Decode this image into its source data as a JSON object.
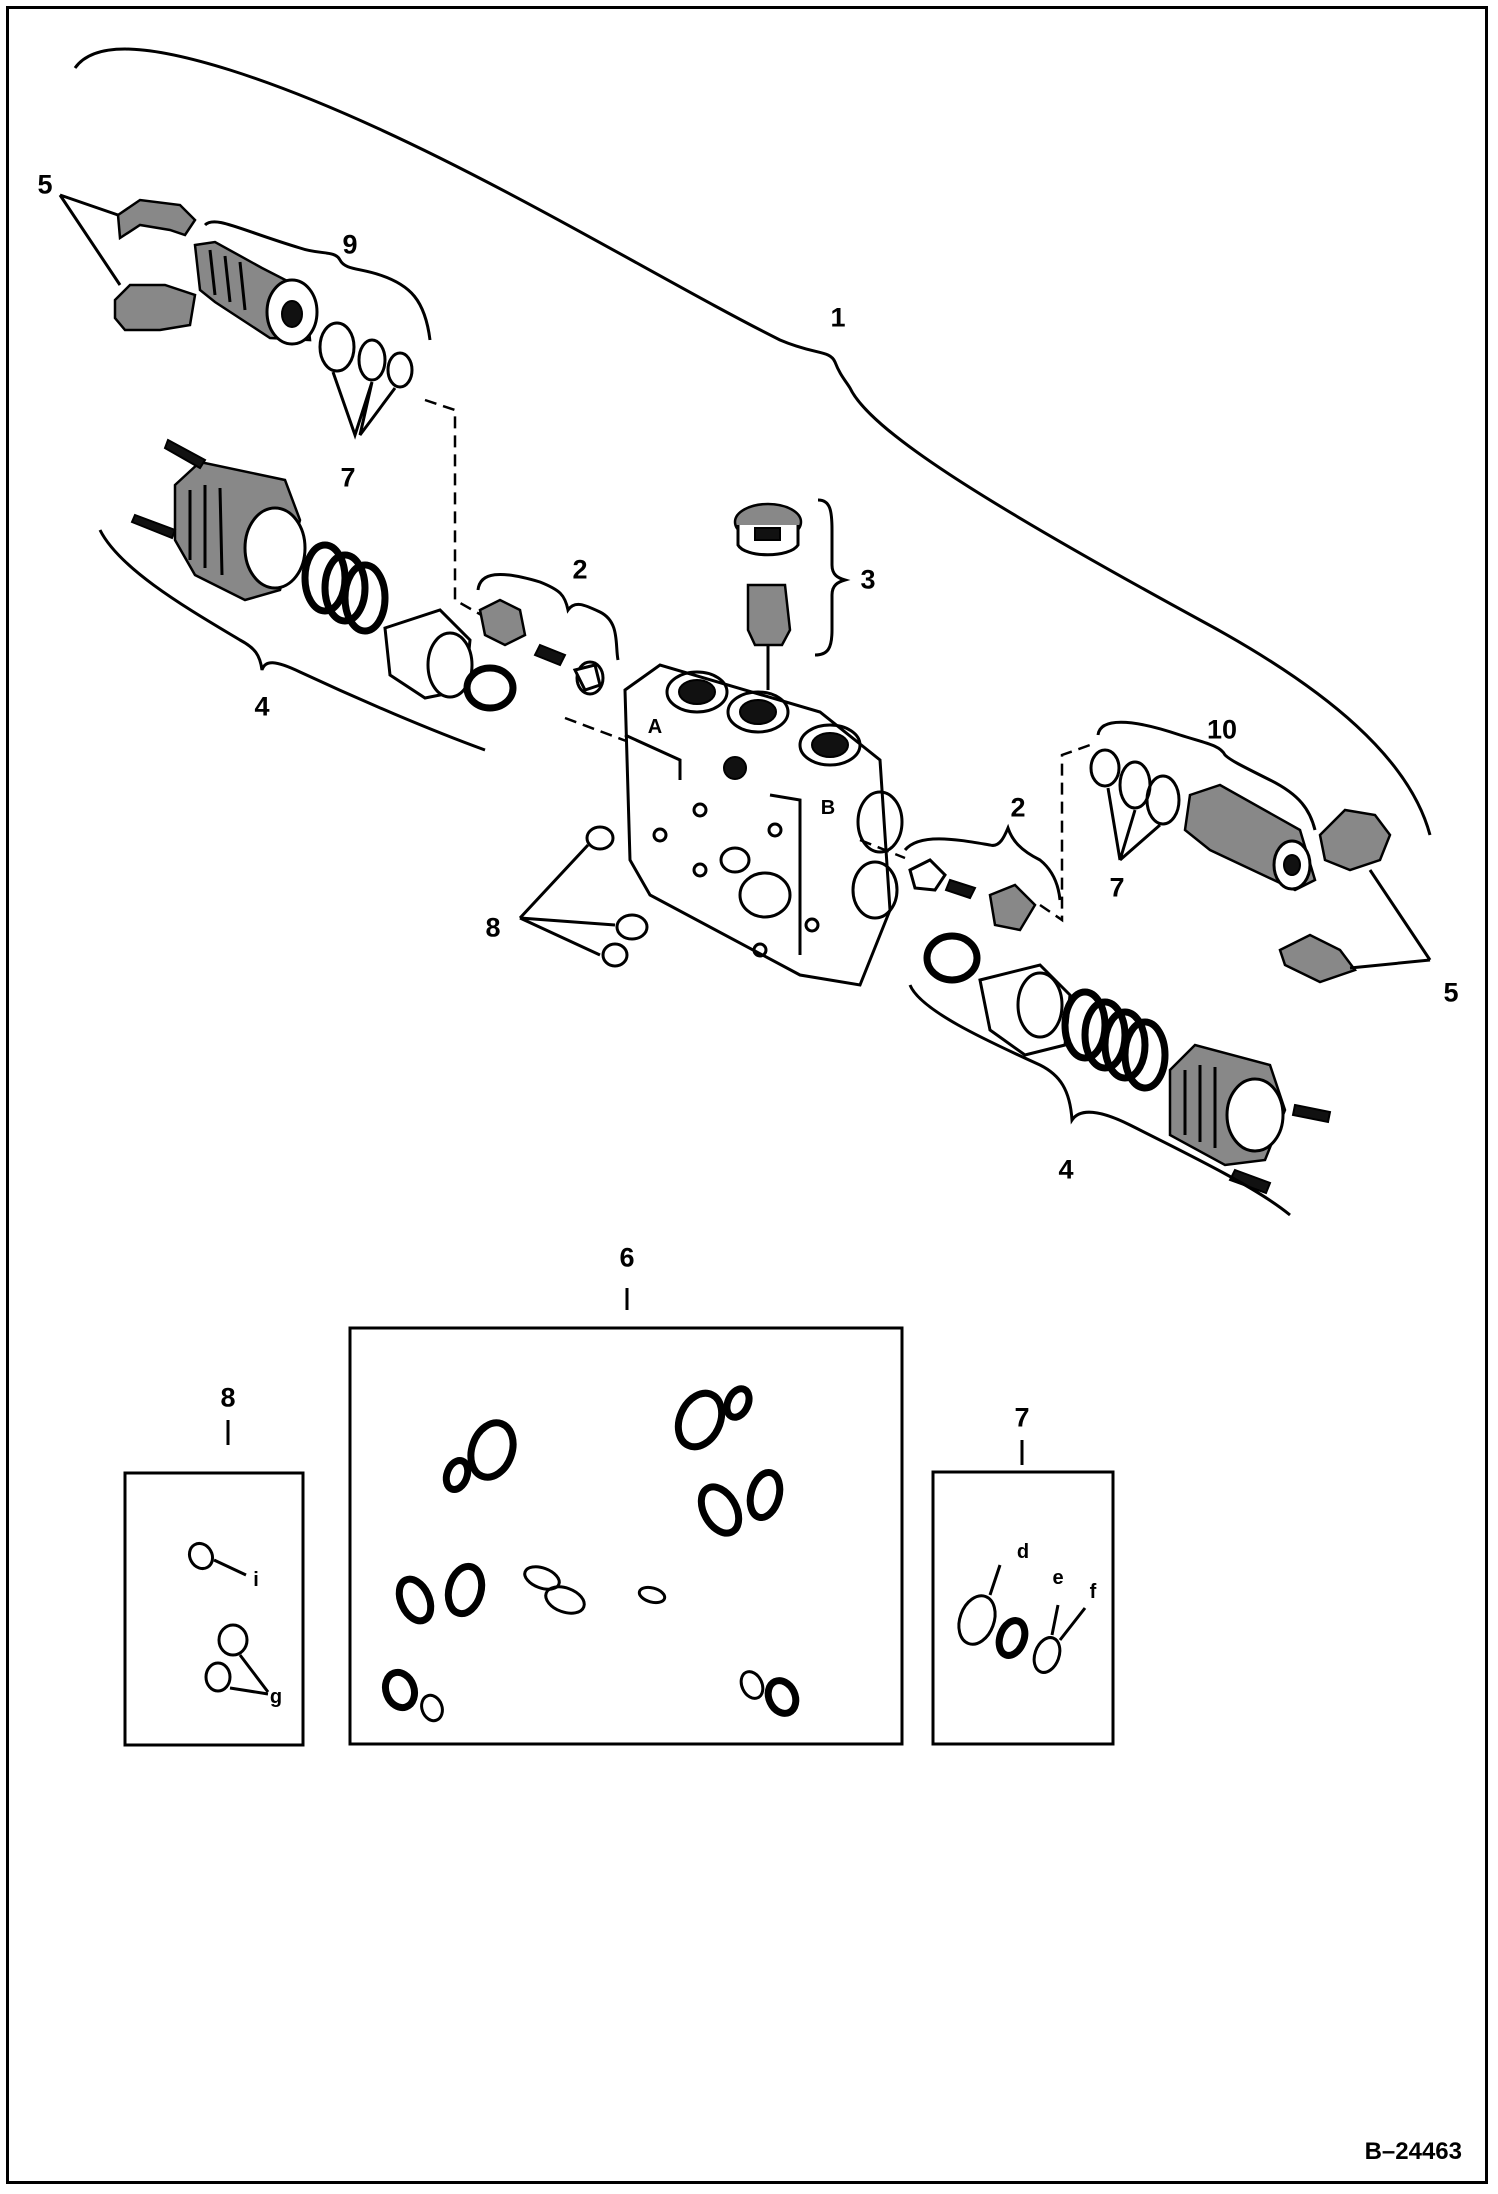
{
  "callouts": {
    "assembly": "1",
    "spool_left": "2",
    "spool_right": "2",
    "check_plug": "3",
    "cap_left": "4",
    "cap_right": "4",
    "bracket_left": "5",
    "bracket_right": "5",
    "seal_kit": "6",
    "oring_kit_a": "7",
    "oring_kit_b": "7",
    "oring_kit_box": "7",
    "oring_kit_c": "8",
    "oring_kit_c_box": "8",
    "relief_left": "9",
    "relief_right": "10",
    "port_a": "A",
    "port_b": "B"
  },
  "kit_letters": {
    "d": "d",
    "e": "e",
    "f": "f",
    "g": "g",
    "i": "i"
  },
  "drawing_id": "B–24463"
}
